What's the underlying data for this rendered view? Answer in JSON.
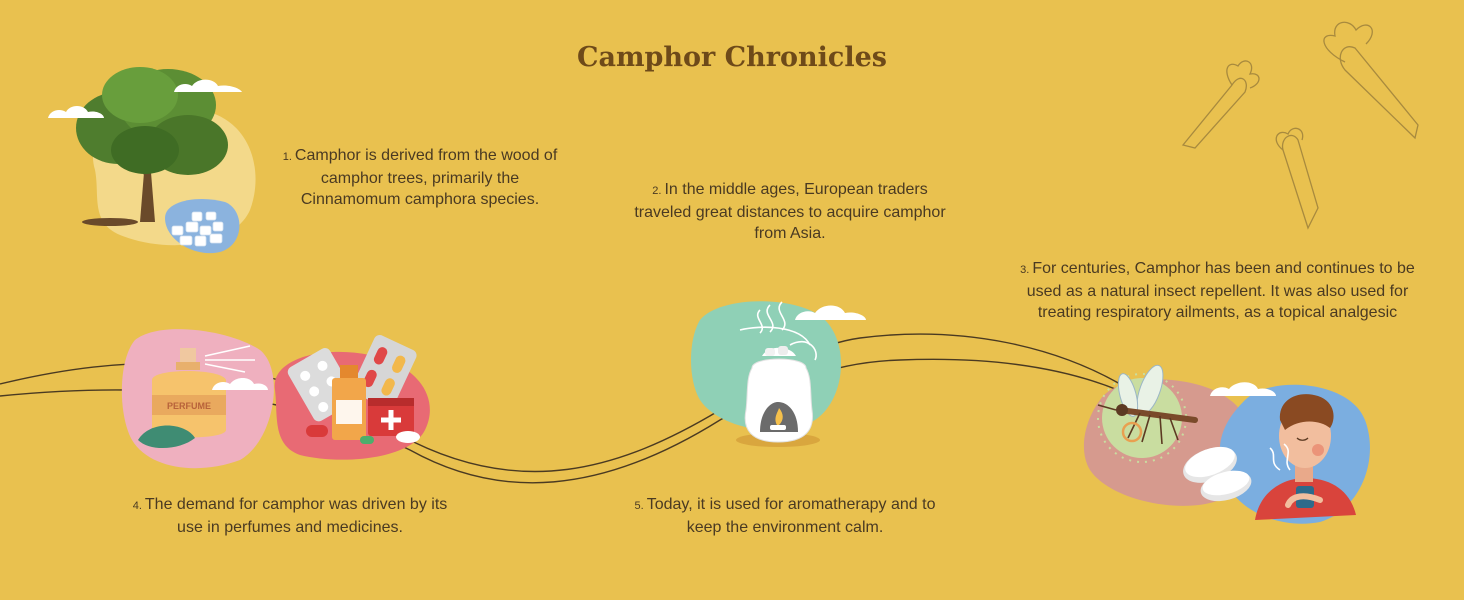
{
  "title": "Camphor Chronicles",
  "steps": [
    {
      "num": "1.",
      "text": "Camphor is derived from the wood of camphor trees, primarily the Cinnamomum camphora species."
    },
    {
      "num": "2.",
      "text": "In the middle ages, European traders traveled great distances to acquire camphor from Asia."
    },
    {
      "num": "3.",
      "text": "For centuries, Camphor has been and continues to be used as a natural insect repellent. It was also used for treating respiratory ailments, as a topical analgesic"
    },
    {
      "num": "4.",
      "text": "The demand for camphor was driven by its use in perfumes and medicines."
    },
    {
      "num": "5.",
      "text": "Today, it is used for aromatherapy and to keep the environment calm."
    }
  ],
  "labels": {
    "perfume_bottle": "PERFUME"
  },
  "colors": {
    "background": "#E9C14F",
    "title": "#6E4A19",
    "text": "#4A3A22",
    "line": "#4A3A22"
  },
  "icons": [
    "camphor-tree-icon",
    "camphor-crystals-icon",
    "perfume-bottle-icon",
    "medicine-icon",
    "aroma-diffuser-icon",
    "mosquito-icon",
    "camphor-tablets-icon",
    "person-inhaling-icon",
    "cloud-icon",
    "leaf-outline-icon"
  ]
}
